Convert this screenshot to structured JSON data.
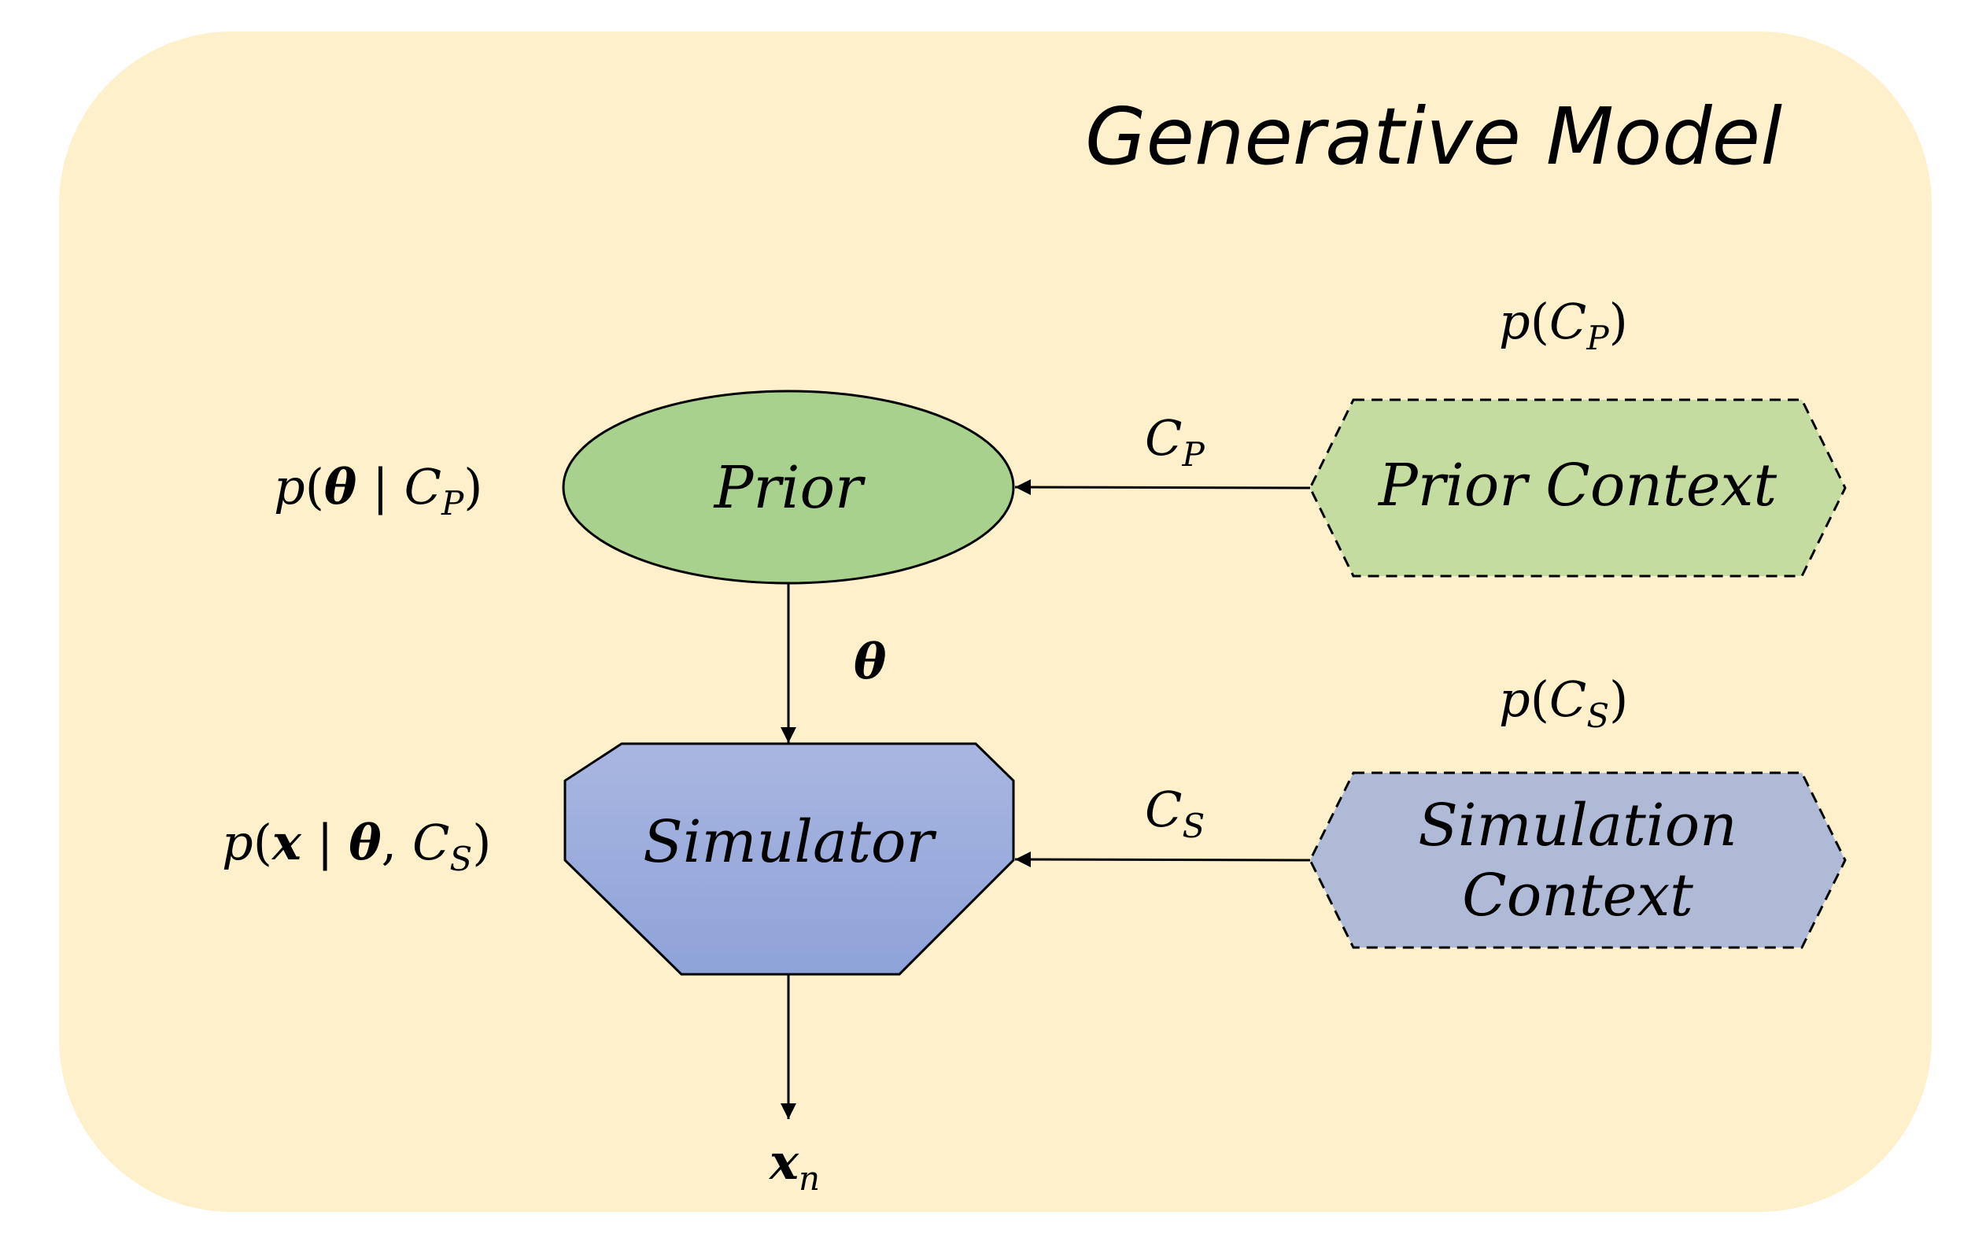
{
  "title": "Generative Model",
  "colors": {
    "panel_background": "#FFF0CC",
    "prior_fill": "#A9D18E",
    "prior_context_fill": "#C5DCA0",
    "simulator_fill_top": "#A9B6E0",
    "simulator_fill_bottom": "#8EA3D9",
    "simulation_context_fill": "#AFBAD6",
    "line": "#000000"
  },
  "nodes": {
    "prior": {
      "label": "Prior",
      "annotation": "p(θ | C_P)"
    },
    "simulator": {
      "label": "Simulator",
      "annotation": "p(x | θ, C_S)"
    },
    "prior_context": {
      "label": "Prior Context",
      "annotation": "p(C_P)"
    },
    "simulation_context": {
      "label_line1": "Simulation",
      "label_line2": "Context",
      "annotation": "p(C_S)"
    }
  },
  "edges": {
    "prior_context_to_prior": {
      "label": "C_P"
    },
    "simulation_context_to_simulator": {
      "label": "C_S"
    },
    "prior_to_simulator": {
      "label": "θ"
    },
    "simulator_to_output": {
      "label": "x_n"
    }
  },
  "symbols": {
    "p": "p",
    "open_paren": "(",
    "close_paren": ")",
    "bar": " | ",
    "comma": ", ",
    "C": "C",
    "P": "P",
    "S": "S",
    "theta": "θ",
    "x": "x",
    "n": "n"
  }
}
